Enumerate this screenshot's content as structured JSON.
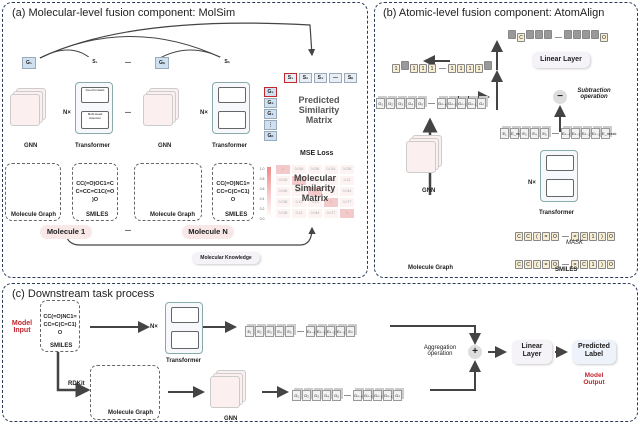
{
  "panels": {
    "a": {
      "title": "(a) Molecular-level fusion component: MolSim"
    },
    "b": {
      "title": "(b) Atomic-level fusion component: AtomAlign"
    },
    "c": {
      "title": "(c) Downstream task process"
    }
  },
  "panel_a": {
    "embeddings": [
      "G₁",
      "S₁",
      "Gₙ",
      "Sₙ"
    ],
    "ellipsis": "—",
    "gnn_label": "GNN",
    "transformer_label": "Transformer",
    "nx_label": "N×",
    "tf_blocks": {
      "add_norm": "Add&Norm",
      "ff": "Feed Forward",
      "mha": "Multi-Head Attention"
    },
    "molecule_graph_label": "Molecule Graph",
    "smiles_label": "SMILES",
    "smiles_1": "CC(=O)OC1=C\nC=CC=C1C(=O\n)O",
    "smiles_n": "CC(=O)NC1=\nCC=C(C=C1)\nO",
    "molecule_1": "Molecule 1",
    "molecule_n": "Molecule N",
    "molecular_knowledge": "Molecular Knowledge",
    "predicted_matrix": {
      "title": "Predicted Similarity Matrix",
      "col_headers": [
        "S₁",
        "S₂",
        "S₃",
        "—",
        "Sₙ"
      ],
      "row_headers": [
        "G₁",
        "G₂",
        "G₃",
        "⋮",
        "Gₙ"
      ]
    },
    "mse_loss": "MSE Loss",
    "molecular_matrix": {
      "title": "Molecular Similarity Matrix",
      "colorbar_ticks": [
        "1.0",
        "0.8",
        "0.6",
        "0.4",
        "0.2",
        "0.0"
      ],
      "values": [
        [
          "1",
          "0.018",
          "0.036",
          "0.014",
          "0.028"
        ],
        [
          "0.018",
          "1",
          "0.07",
          "0.07",
          "0.12"
        ],
        [
          "0.036",
          "0.07",
          "1",
          "0.04",
          "0.044"
        ],
        [
          "0.038",
          "0.12",
          "0.13",
          "1",
          "0.077"
        ],
        [
          "0.028",
          "0.12",
          "0.044",
          "0.077",
          "1"
        ]
      ]
    }
  },
  "panel_b": {
    "top_tokens_left": [
      "",
      "C",
      "",
      "",
      ""
    ],
    "top_tokens_right": [
      "",
      "",
      "",
      "",
      "O"
    ],
    "label_tokens_left": [
      "1",
      "",
      "1",
      "1",
      "1"
    ],
    "label_tokens_right": [
      "1",
      "1",
      "1",
      "1",
      ""
    ],
    "linear_layer": "Linear Layer",
    "subtraction_label": "Subtraction operation",
    "subtraction_symbol": "−",
    "g_cubes_left": [
      "G₁",
      "G₂",
      "G₃",
      "G₄",
      "G₅"
    ],
    "g_cubes_right": [
      "Gₙ₋₄",
      "Gₙ₋₃",
      "Gₙ₋₂",
      "Gₙ₋₁",
      "Gₙ"
    ],
    "e_cubes_left": [
      "E₁",
      "E_mask",
      "E₃",
      "E₄",
      "E₅"
    ],
    "e_cubes_right": [
      "Eₙ₋₄",
      "Eₙ₋₃",
      "Eₙ₋₂",
      "Eₙ₋₁",
      "E_mask"
    ],
    "gnn_label": "GNN",
    "transformer_label": "Transformer",
    "nx_label": "N×",
    "molecule_graph_label": "Molecule Graph",
    "masked_smiles_left": [
      "C",
      "C",
      "(",
      "=",
      "O"
    ],
    "masked_smiles_right": [
      "=",
      "C",
      "1",
      ")",
      "O"
    ],
    "smiles_left": [
      "C",
      "C",
      "(",
      "=",
      "O"
    ],
    "smiles_right": [
      "=",
      "C",
      "1",
      ")",
      "O"
    ],
    "mask_label": "MASK",
    "smiles_label": "SMILES"
  },
  "panel_c": {
    "model_input": "Model Input",
    "smiles": "CC(=O)NC1=\nCC=C(C=C1)\nO",
    "smiles_label": "SMILES",
    "rdkit_label": "RDKit",
    "molecule_graph_label": "Molecule Graph",
    "nx_label": "N×",
    "transformer_label": "Transformer",
    "gnn_label": "GNN",
    "e_cubes_left": [
      "E₁",
      "E₂",
      "E₃",
      "E₄",
      "E₅"
    ],
    "e_cubes_right": [
      "Eₙ₋₄",
      "Eₙ₋₃",
      "Eₙ₋₂",
      "Eₙ₋₁",
      "Eₙ"
    ],
    "g_cubes_left": [
      "G₁",
      "G₂",
      "G₃",
      "G₄",
      "G₅"
    ],
    "g_cubes_right": [
      "Gₙ₋₄",
      "Gₙ₋₃",
      "Gₙ₋₂",
      "Gₙ₋₁",
      "Gₙ"
    ],
    "aggregation_label": "Aggregation operation",
    "plus_symbol": "+",
    "linear_layer": "Linear Layer",
    "predicted_label": "Predicted Label",
    "model_output": "Model Output"
  },
  "colors": {
    "panel_border": "#2a3a5a",
    "accent_red": "#c0282d",
    "embedding_blue": "#cfe0f0",
    "token_cream": "#f6edd2"
  }
}
